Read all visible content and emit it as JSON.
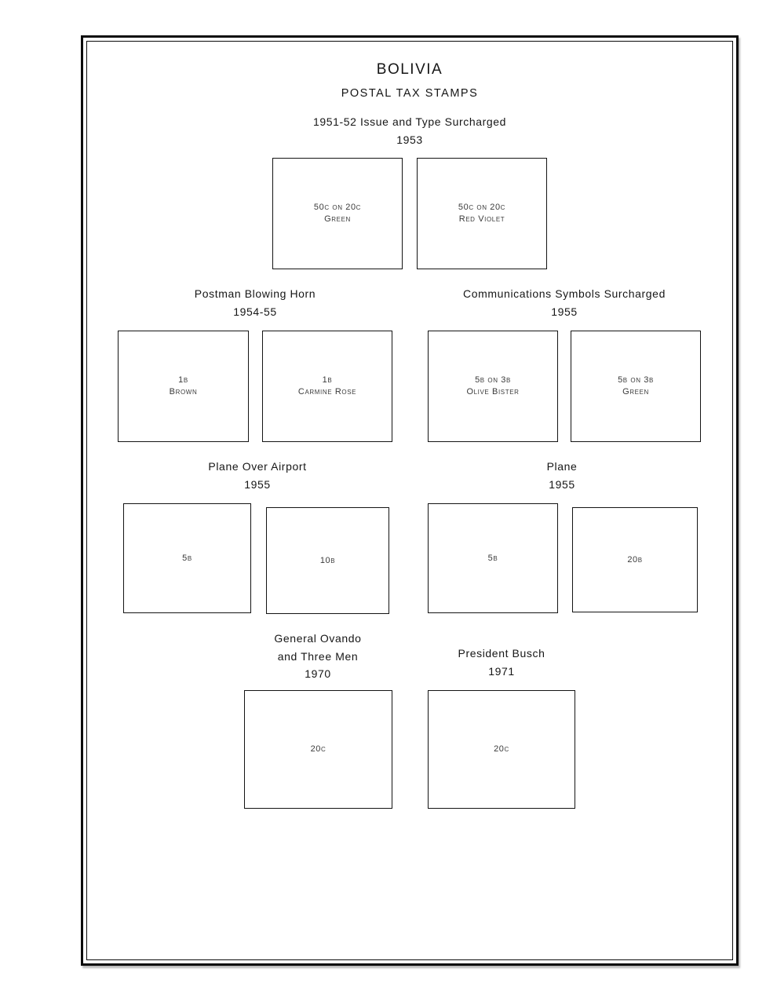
{
  "page": {
    "country_title": "BOLIVIA",
    "page_subtitle": "POSTAL TAX STAMPS"
  },
  "colors": {
    "paper": "#ffffff",
    "frame_ink": "#0b0b0b",
    "heading_ink": "#161616",
    "label_ink": "#3a3a3a"
  },
  "sections": [
    {
      "id": "issue-1953",
      "heading": "1951-52 Issue and Type Surcharged",
      "year": "1953",
      "stamps": [
        {
          "label": "50c on 20c\nGreen"
        },
        {
          "label": "50c on 20c\nRed Violet"
        }
      ]
    },
    {
      "id": "postman-blowing-horn",
      "heading": "Postman Blowing Horn",
      "year": "1954-55",
      "stamps": [
        {
          "label": "1b\nBrown"
        },
        {
          "label": "1b\nCarmine Rose"
        }
      ]
    },
    {
      "id": "communications-symbols-surcharged",
      "heading": "Communications Symbols Surcharged",
      "year": "1955",
      "stamps": [
        {
          "label": "5b on 3b\nOlive Bister"
        },
        {
          "label": "5b on 3b\nGreen"
        }
      ]
    },
    {
      "id": "plane-over-airport",
      "heading": "Plane Over Airport",
      "year": "1955",
      "stamps": [
        {
          "label": "5b"
        },
        {
          "label": "10b"
        }
      ]
    },
    {
      "id": "plane",
      "heading": "Plane",
      "year": "1955",
      "stamps": [
        {
          "label": "5b"
        },
        {
          "label": "20b"
        }
      ]
    },
    {
      "id": "general-ovando-and-three-men",
      "heading": "General Ovando\nand Three Men",
      "year": "1970",
      "stamps": [
        {
          "label": "20c"
        }
      ]
    },
    {
      "id": "president-busch",
      "heading": "President Busch",
      "year": "1971",
      "stamps": [
        {
          "label": "20c"
        }
      ]
    }
  ]
}
